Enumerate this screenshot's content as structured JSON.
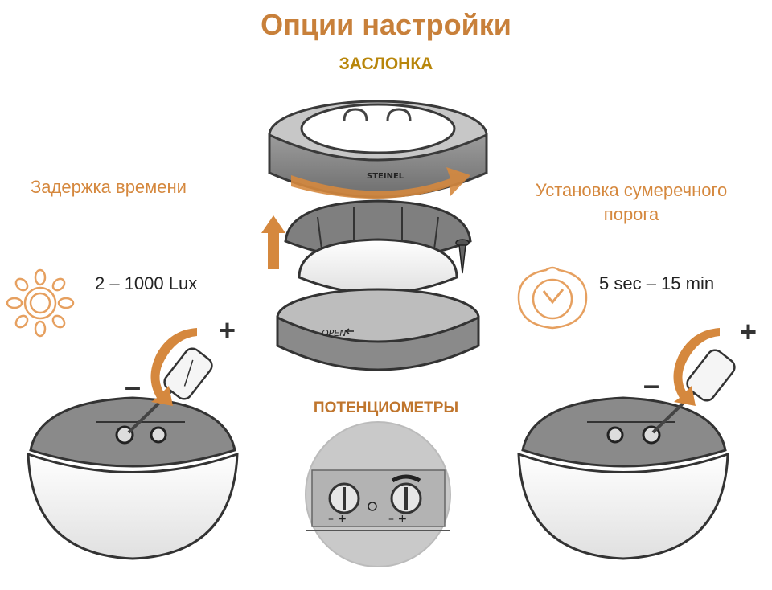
{
  "title": "Опции настройки",
  "shutter_label": "ЗАСЛОНКА",
  "left_label": "Задержка времени",
  "left_value": "2 – 1000 Lux",
  "right_label_line1": "Установка сумеречного",
  "right_label_line2": "порога",
  "right_value": "5 sec – 15 min",
  "potentiometers_label": "ПОТЕНЦИОМЕТРЫ",
  "plus_sign": "+",
  "minus_sign": "–",
  "brand_text": "STEINEL",
  "open_text": "OPEN",
  "colors": {
    "accent": "#d5883e",
    "device_dark": "#3a3a3a",
    "device_mid": "#8a8a8a",
    "dome": "#f2f2f2"
  },
  "icons": [
    "sun-icon",
    "clock-icon",
    "screwdriver-icon",
    "rotate-arrow-icon",
    "up-arrow-icon",
    "screw-icon"
  ]
}
